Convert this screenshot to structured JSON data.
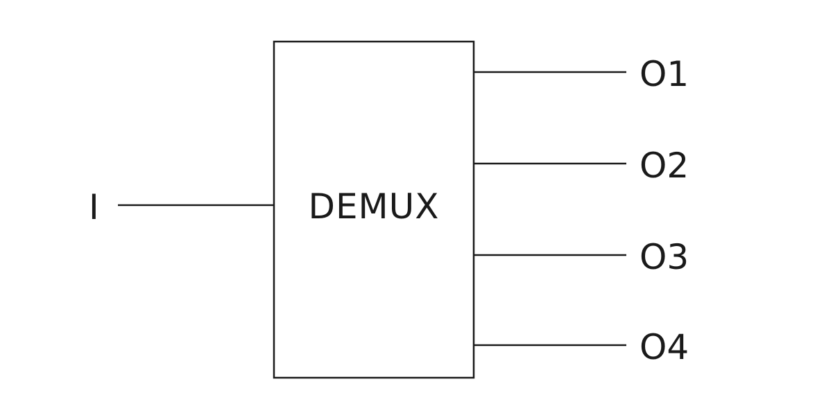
{
  "diagram": {
    "block_label": "DEMUX",
    "input_label": "I",
    "outputs": [
      {
        "label": "O1"
      },
      {
        "label": "O2"
      },
      {
        "label": "O3"
      },
      {
        "label": "O4"
      }
    ]
  }
}
